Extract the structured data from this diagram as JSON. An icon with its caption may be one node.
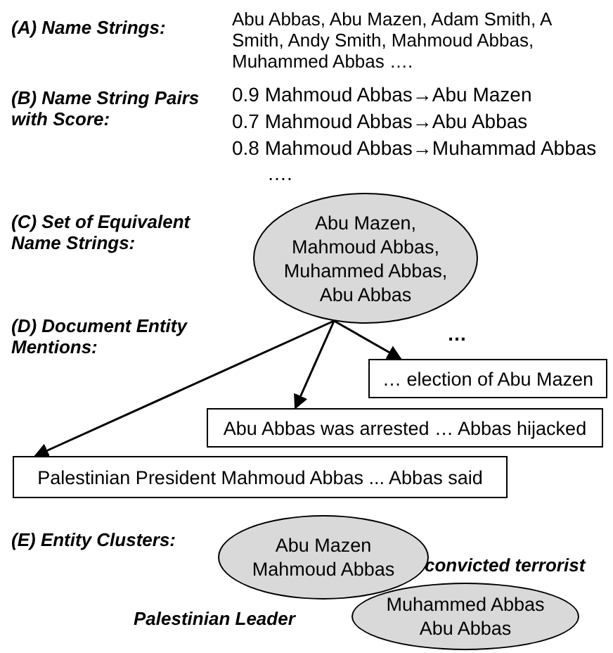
{
  "diagram": {
    "nodes": [
      {
        "text": [
          "Abu Mazen, Mahmoud Abbas, Muhammed Abbas, Abu Abbas"
        ]
      },
      {
        "text": [
          "… election of Abu Mazen"
        ]
      },
      {
        "text": [
          "Abu Abbas was arrested … Abbas hijacked"
        ]
      },
      {
        "text": [
          "Palestinian President Mahmoud Abbas ... Abbas said"
        ]
      },
      {
        "text": [
          "Abu Mazen Mahmoud Abbas"
        ],
        "beside": [
          "Palestinian Leader"
        ]
      },
      {
        "text": [
          "Muhammed Abbas Abu Abbas"
        ],
        "beside": [
          "convicted terrorist"
        ]
      }
    ],
    "edges": [
      {
        "from": 0,
        "to": 1,
        "arrow": "to"
      },
      {
        "from": 0,
        "to": 2,
        "arrow": "to"
      },
      {
        "from": 0,
        "to": 3,
        "arrow": "to"
      }
    ],
    "labels": [
      "(A) Name Strings:",
      "Abu Abbas, Abu Mazen, Adam Smith, A Smith, Andy Smith, Mahmoud Abbas, Muhammed Abbas ….",
      "(B) Name String Pairs with Score:",
      "0.9 Mahmoud Abbas→Abu Mazen",
      "0.7 Mahmoud Abbas→Abu Abbas",
      "0.8 Mahmoud Abbas→Muhammad Abbas",
      "….",
      "(C) Set of Equivalent Name Strings:",
      "(D) Document Entity Mentions:",
      "…",
      "(E) Entity Clusters:"
    ]
  }
}
